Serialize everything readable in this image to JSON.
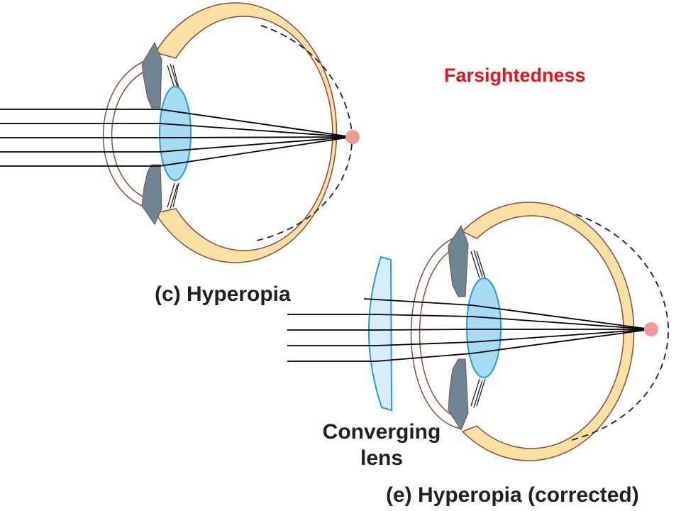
{
  "title": "Farsightedness",
  "panels": {
    "hyperopia": {
      "caption": "(c) Hyperopia"
    },
    "corrected": {
      "caption": "(e) Hyperopia (corrected)"
    }
  },
  "corrective_lens": {
    "label_line1": "Converging",
    "label_line2": "lens"
  },
  "colors": {
    "title": "#e8131b",
    "sclera": "#fbe0a4",
    "eye_outline": "#8b4a3c",
    "lens_fill": "#a8dcf4",
    "lens_stroke": "#1e9fd8",
    "corrective_lens_fill": "#d6eef9",
    "iris": "#6d8594",
    "focal_point": "#f19a9a",
    "rays": "#000000"
  }
}
